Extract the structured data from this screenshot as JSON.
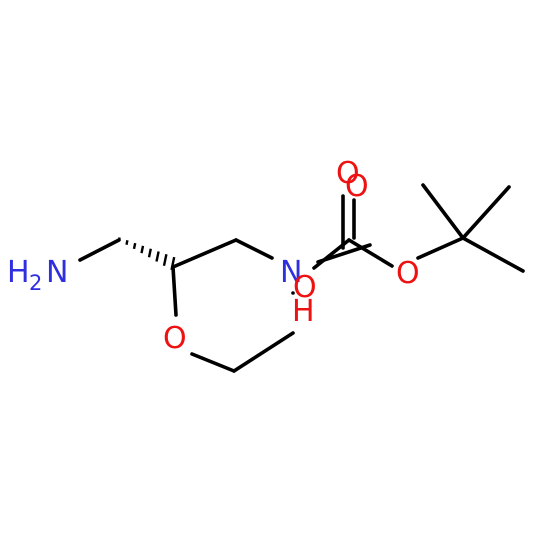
{
  "molecule": {
    "labels": {
      "amine_h": "H",
      "amine_sub": "2",
      "amine_n": "N",
      "ring_o": "O",
      "ring_n": "N",
      "ring_nh": "H",
      "carbonyl_o_1": "O",
      "carbonyl_o_2": "O",
      "ester_o_1": "O",
      "ester_o_2": "O"
    },
    "colors": {
      "bond": "#000000",
      "nitrogen": "#2f2fe0",
      "oxygen": "#ee1111"
    }
  }
}
